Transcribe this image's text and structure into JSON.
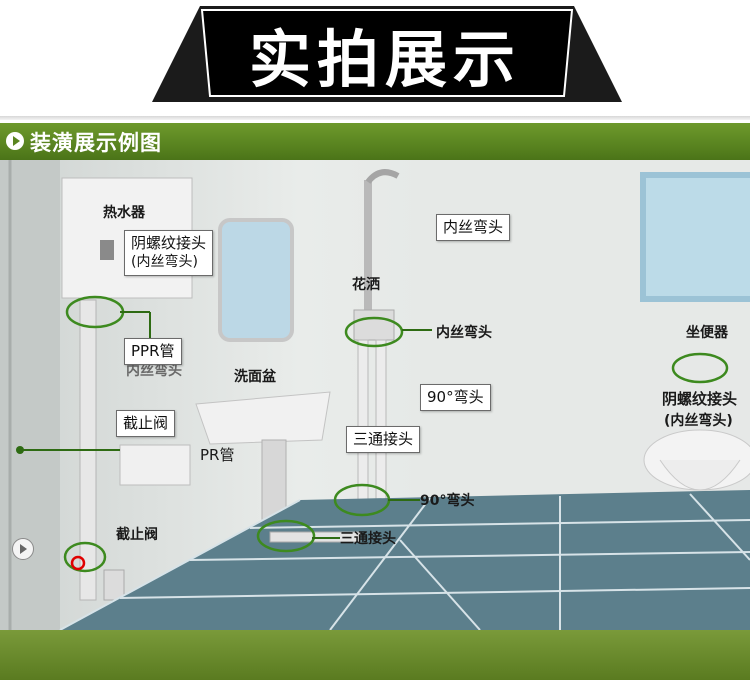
{
  "header": {
    "title": "实拍展示"
  },
  "section": {
    "title": "装潢展示例图"
  },
  "scene_labels": {
    "water_heater": "热水器",
    "shower": "花洒",
    "wash_basin": "洗面盆",
    "toilet": "坐便器",
    "inner_thread_elbow_shower": "内丝弯头",
    "elbow_90": "90°弯头",
    "tee_joint": "三通接头",
    "stop_valve": "截止阀",
    "female_thread_joint": "阴螺纹接头",
    "female_thread_joint_sub": "(内丝弯头)",
    "ppr_pipe_partial": "PR管",
    "hidden_partial": "内丝弯头"
  },
  "callouts": {
    "female_thread_top": "阴螺纹接头",
    "female_thread_top_sub": "(内丝弯头)",
    "ppr_pipe": "PPR管",
    "stop_valve": "截止阀",
    "inner_thread_elbow": "内丝弯头",
    "elbow_90": "90°弯头",
    "tee_joint": "三通接头"
  },
  "colors": {
    "accent_green": "#5a8520",
    "header_dark": "#1a1a1a",
    "floor": "#5c7f8c",
    "marker_ring": "#3d8a1f"
  },
  "icons": [
    "play-icon",
    "section-bullet-icon"
  ]
}
